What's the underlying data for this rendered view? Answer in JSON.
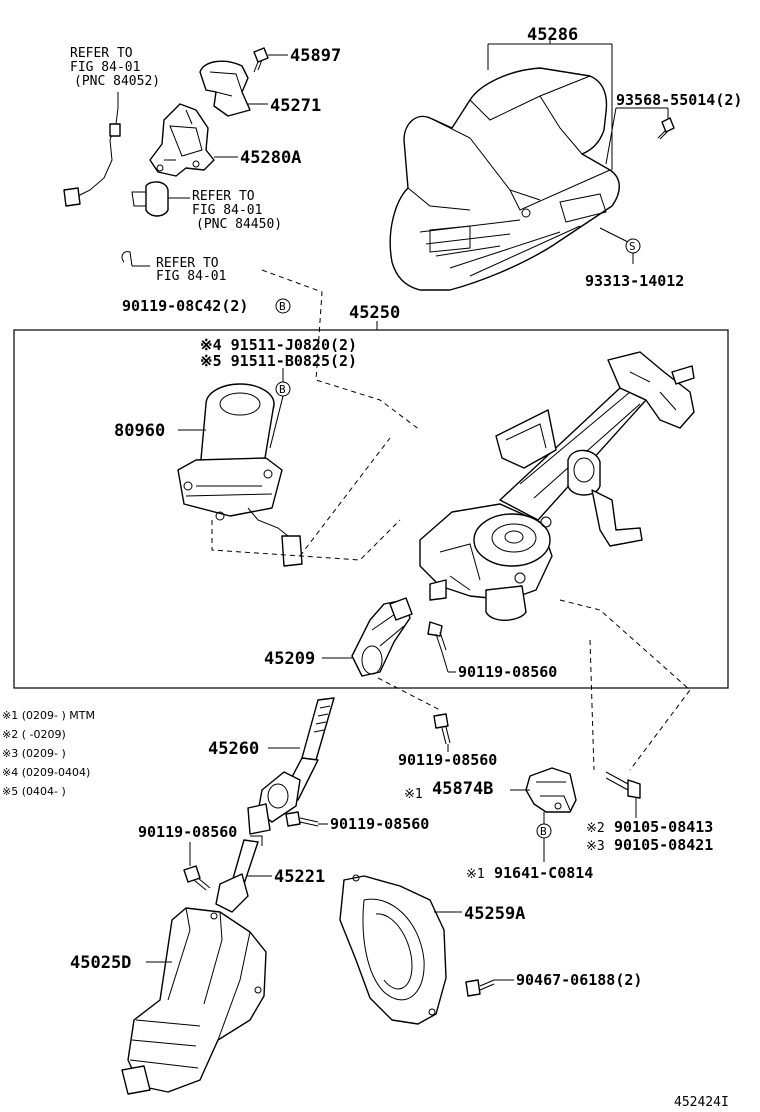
{
  "labels": {
    "p45286": "45286",
    "p45897": "45897",
    "p45271": "45271",
    "p45280A": "45280A",
    "ref_a_1": "REFER TO",
    "ref_a_2": "FIG 84-01",
    "ref_a_3": "(PNC 84052)",
    "ref_b_1": "REFER TO",
    "ref_b_2": "FIG 84-01",
    "ref_b_3": "(PNC 84450)",
    "ref_c_1": "REFER TO",
    "ref_c_2": "FIG 84-01",
    "p93568": "93568-55014(2)",
    "p93313": "93313-14012",
    "p90119_c42": "90119-08C42(2)",
    "p45250": "45250",
    "p491511": "※4 91511-J0820(2)",
    "p591511": "※5 91511-B0825(2)",
    "p80960": "80960",
    "p45209": "45209",
    "p90119_08560_a": "90119-08560",
    "p45260": "45260",
    "p90119_08560_b": "90119-08560",
    "p90119_08560_c": "90119-08560",
    "p90119_08560_d": "90119-08560",
    "p45874B": "45874B",
    "p45874B_mark": "※1",
    "p90105_08413": "90105-08413",
    "p90105_08413_mark": "※2",
    "p90105_08421": "90105-08421",
    "p90105_08421_mark": "※3",
    "p91641": "91641-C0814",
    "p91641_mark": "※1",
    "p45221": "45221",
    "p45259A": "45259A",
    "p45025D": "45025D",
    "p90467": "90467-06188(2)",
    "fig_no": "452424I",
    "mark_s": "S",
    "mark_b": "B"
  },
  "notes": [
    "※1 (0209-     ) MTM",
    "※2 (     -0209)",
    "※3 (0209-     )",
    "※4 (0209-0404)",
    "※5 (0404-     )"
  ]
}
